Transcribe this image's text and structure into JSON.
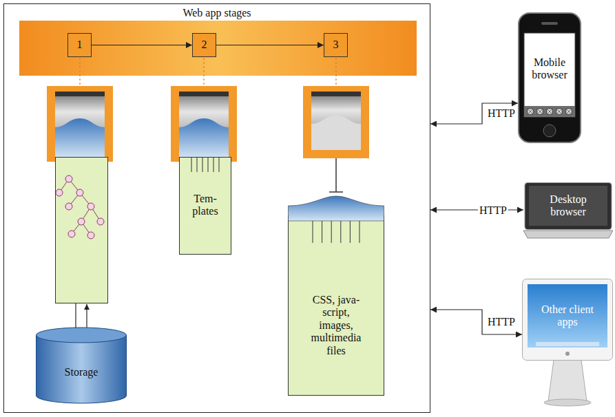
{
  "diagram": {
    "nodes": [
      {
        "text": [
          "Web app stages"
        ]
      },
      {
        "text": [
          "1"
        ],
        "in": 0
      },
      {
        "text": [
          "2"
        ],
        "in": 0
      },
      {
        "text": [
          "3"
        ],
        "in": 0
      },
      {
        "text": [
          "Tem- plates"
        ],
        "in": 0
      },
      {
        "text": [
          "CSS, java- script, images, multimedia files"
        ],
        "in": 0
      },
      {
        "text": [
          "Storage"
        ],
        "in": 0
      },
      {
        "text": [
          "Mobile browser"
        ]
      },
      {
        "text": [
          "Desktop browser"
        ]
      },
      {
        "text": [
          "Other client apps"
        ]
      }
    ],
    "edges": [
      {
        "from": 1,
        "to": 2,
        "arrow": "to"
      },
      {
        "from": 2,
        "to": 3,
        "arrow": "to"
      },
      {
        "from": 0,
        "to": 7,
        "label": "HTTP",
        "arrow": "both"
      },
      {
        "from": 0,
        "to": 8,
        "label": "HTTP",
        "arrow": "both"
      },
      {
        "from": 0,
        "to": 9,
        "label": "HTTP",
        "arrow": "both"
      }
    ]
  }
}
